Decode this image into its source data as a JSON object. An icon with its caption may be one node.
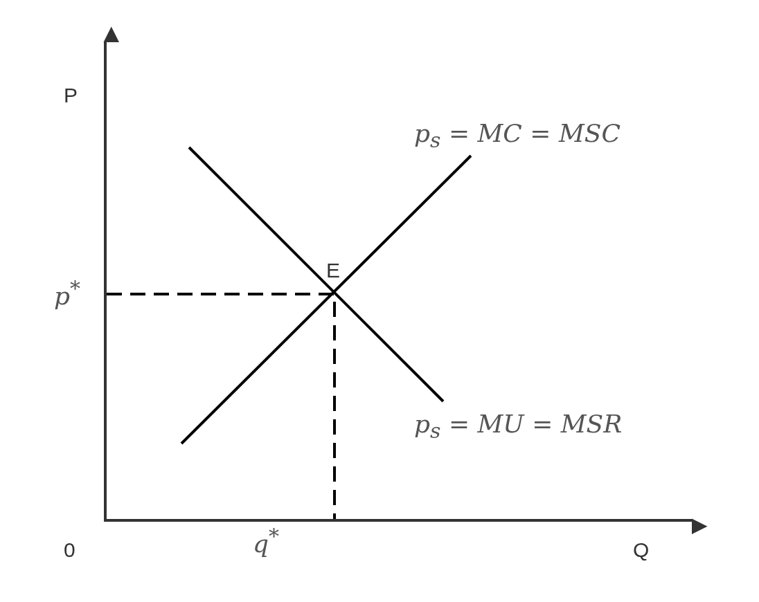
{
  "diagram": {
    "labels": [
      "P",
      "p$^{*}$",
      "E",
      "0",
      "q$^{*}$",
      "Q",
      "p$_{s}$ = MC = MSC",
      "p$_{s}$ = MU = MSR"
    ]
  }
}
